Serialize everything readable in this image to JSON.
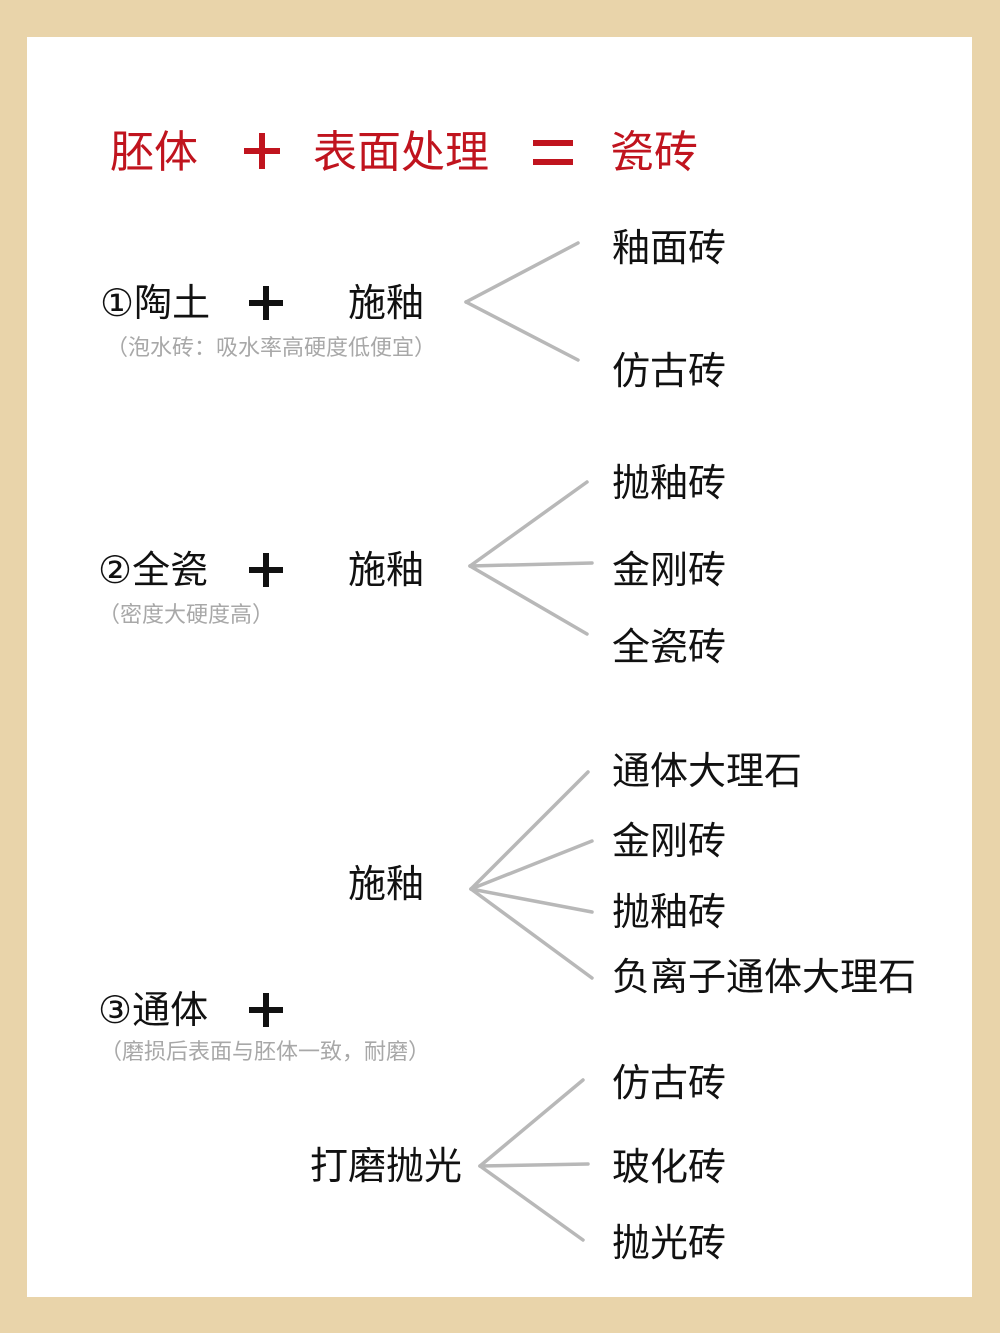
{
  "title": {
    "left": "胚体",
    "plus": "+",
    "middle": "表面处理",
    "equals": "=",
    "right": "瓷砖",
    "color": "#c0141e"
  },
  "groups": [
    {
      "label": "①陶土",
      "note": "（泡水砖：吸水率高硬度低便宜）",
      "process": "施釉",
      "results": [
        "釉面砖",
        "仿古砖"
      ]
    },
    {
      "label": "②全瓷",
      "note": "（密度大硬度高）",
      "process": "施釉",
      "results": [
        "抛釉砖",
        "金刚砖",
        "全瓷砖"
      ]
    },
    {
      "label": "③通体",
      "note": "（磨损后表面与胚体一致，耐磨）",
      "processes": [
        {
          "process": "施釉",
          "results": [
            "通体大理石",
            "金刚砖",
            "抛釉砖",
            "负离子通体大理石"
          ]
        },
        {
          "process": "打磨抛光",
          "results": [
            "仿古砖",
            "玻化砖",
            "抛光砖"
          ]
        }
      ]
    }
  ],
  "colors": {
    "border": "#e9d4aa",
    "line": "#b8b8b8",
    "note": "#a8a8a8"
  }
}
